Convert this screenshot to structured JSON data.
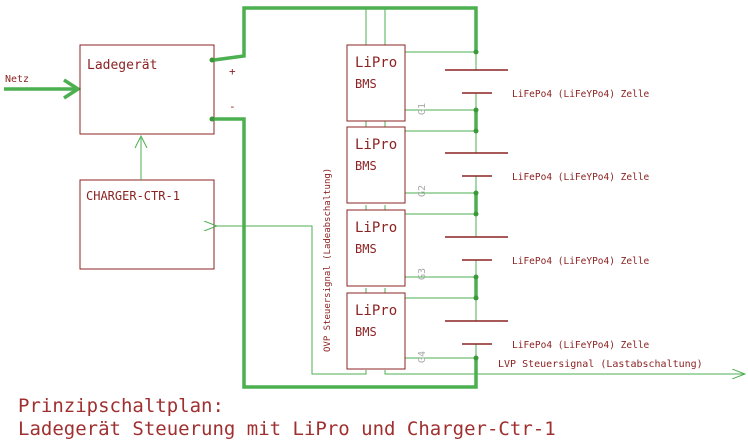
{
  "diagram": {
    "colors": {
      "wire": "#4caf50",
      "component": "#8b2323",
      "node": "#3a9a3a",
      "caption_gray": "#a8a8a8"
    },
    "labels": {
      "netz": "Netz",
      "ladegeraet": "Ladegerät",
      "plus": "+",
      "minus": "-",
      "charger_ctr": "CHARGER-CTR-1",
      "ovp": "OVP Steuersignal (Ladeabschaltung)",
      "lvp": "LVP Steuersignal (Lastabschaltung)"
    },
    "bms_modules": [
      {
        "line1": "LiPro",
        "line2": "BMS",
        "tag": "G1"
      },
      {
        "line1": "LiPro",
        "line2": "BMS",
        "tag": "G2"
      },
      {
        "line1": "LiPro",
        "line2": "BMS",
        "tag": "G3"
      },
      {
        "line1": "LiPro",
        "line2": "BMS",
        "tag": "G4"
      }
    ],
    "cells": [
      {
        "label": "LiFePo4 (LiFeYPo4) Zelle"
      },
      {
        "label": "LiFePo4 (LiFeYPo4) Zelle"
      },
      {
        "label": "LiFePo4 (LiFeYPo4) Zelle"
      },
      {
        "label": "LiFePo4 (LiFeYPo4) Zelle"
      }
    ],
    "title": {
      "line1": "Prinzipschaltplan:",
      "line2": "Ladegerät Steuerung mit LiPro und Charger-Ctr-1"
    }
  }
}
